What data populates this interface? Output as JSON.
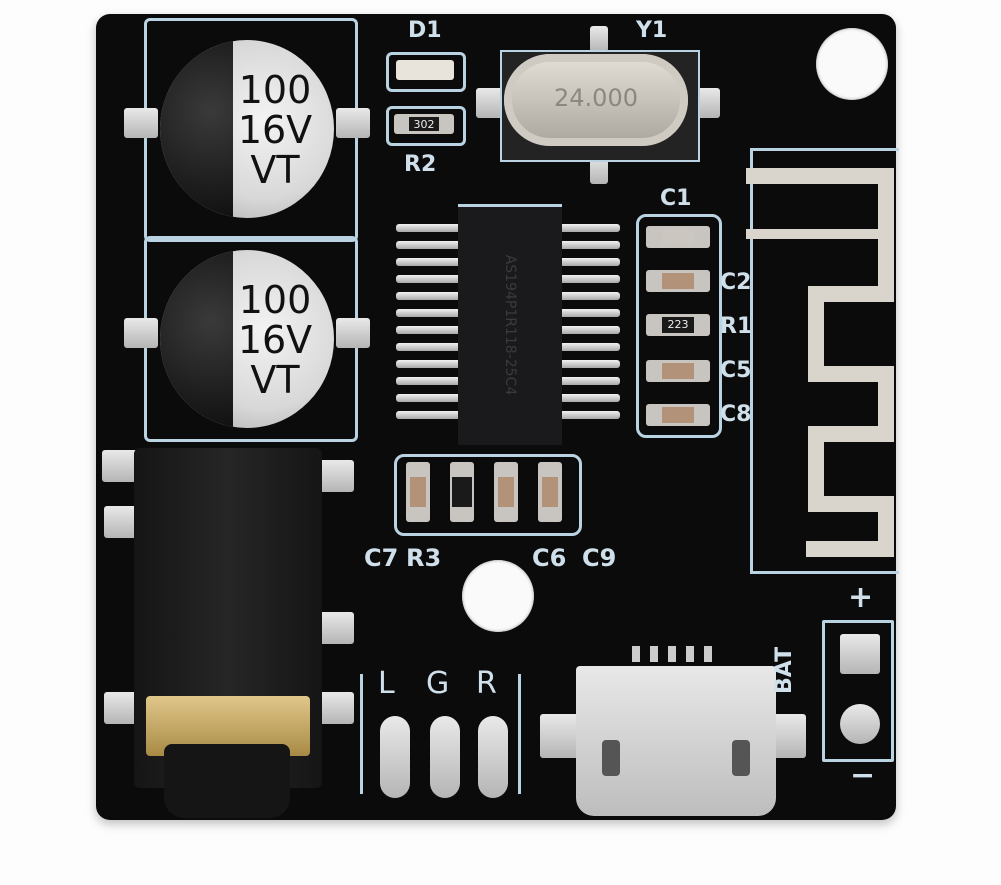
{
  "image": {
    "subject": "Bluetooth audio receiver PCB module",
    "background_color": "#fdfdfd",
    "board_color": "#0b0b0c",
    "silkscreen_color": "#cfe0ea"
  },
  "components": {
    "cap_top": {
      "line1": "100",
      "line2": "16V",
      "line3": "VT"
    },
    "cap_bottom": {
      "line1": "100",
      "line2": "16V",
      "line3": "VT"
    },
    "led": {
      "label": "D1"
    },
    "resistor_r2": {
      "label": "R2",
      "code": "302"
    },
    "crystal": {
      "label": "Y1",
      "marking": "24.000"
    },
    "ic": {
      "marking": "AS194P1R118-25C4"
    },
    "right_column": [
      {
        "label": "C1",
        "type": "cap"
      },
      {
        "label": "C2",
        "type": "cap"
      },
      {
        "label": "R1",
        "type": "res",
        "code": "223"
      },
      {
        "label": "C5",
        "type": "cap"
      },
      {
        "label": "C8",
        "type": "cap"
      }
    ],
    "bottom_row": [
      {
        "label": "C7",
        "type": "cap"
      },
      {
        "label": "R3",
        "type": "res"
      },
      {
        "label": "C6",
        "type": "cap"
      },
      {
        "label": "C9",
        "type": "cap"
      }
    ],
    "audio_pads": [
      "L",
      "G",
      "R"
    ],
    "battery": {
      "label": "BAT",
      "plus": "+",
      "minus": "−"
    }
  }
}
